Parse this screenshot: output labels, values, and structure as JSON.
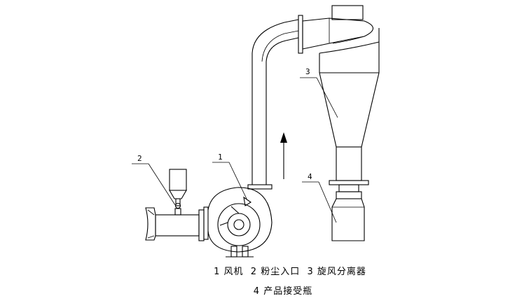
{
  "callouts": {
    "fan": "1",
    "dust_inlet": "2",
    "cyclone": "3",
    "bottle": "4"
  },
  "caption": {
    "line1": "1 风机  2 粉尘入口  3 旋风分离器",
    "line2": "4 产品接受瓶"
  }
}
